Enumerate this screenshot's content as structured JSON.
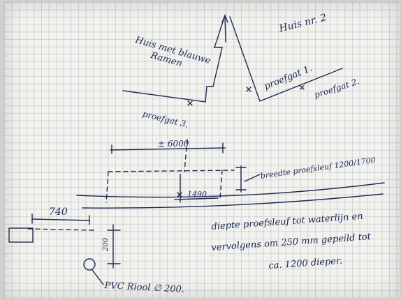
{
  "sketch": {
    "house_blue_windows": [
      "Huis met blauwe",
      "Ramen"
    ],
    "house_2": "Huis nr. 2",
    "trial_pit_1": "proefgat 1.",
    "trial_pit_2": "proefgat 2.",
    "trial_pit_3": "proefgat 3.",
    "trench_length": "± 6000",
    "trench_width": "breedte proefsleuf 1200/1700",
    "dim_1490": "1490",
    "dim_740": "740",
    "dim_200": "200",
    "trench_depth_note": [
      "diepte proefsleuf tot waterlijn en",
      "vervolgens om 250 mm gepeild tot",
      "ca. 1200 dieper."
    ],
    "sewer": "PVC Riool ∅ 200."
  },
  "colors": {
    "ink": "#1d2a55",
    "paper": "#f2f2ef",
    "grid": "#8ea0aa"
  }
}
